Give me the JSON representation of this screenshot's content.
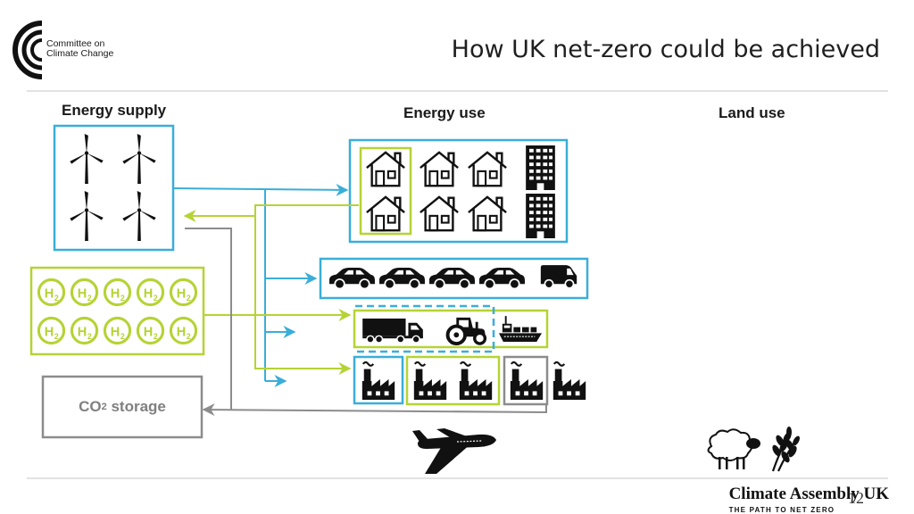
{
  "header": {
    "logo_line1": "Committee on",
    "logo_line2": "Climate Change",
    "title": "How UK net-zero could be achieved"
  },
  "columns": {
    "energy_supply": "Energy supply",
    "energy_use": "Energy use",
    "land_use": "Land use"
  },
  "hydrogen_label": "H",
  "hydrogen_sub": "2",
  "co2_storage": {
    "prefix": "CO",
    "sub": "2",
    "suffix": " storage"
  },
  "footer": {
    "brand": "Climate Assembly UK",
    "tagline": "THE PATH TO NET ZERO",
    "page_number": "12"
  },
  "colors": {
    "blue": "#3aaed8",
    "green": "#b5d334",
    "grey": "#8c8c8c",
    "divider": "#d0d0d0"
  },
  "icons": [
    "wind-turbine-icon",
    "hydrogen-icon",
    "house-icon",
    "office-building-icon",
    "car-icon",
    "van-icon",
    "truck-icon",
    "tractor-icon",
    "ship-icon",
    "factory-icon",
    "airplane-icon",
    "sheep-icon",
    "wheat-icon"
  ]
}
